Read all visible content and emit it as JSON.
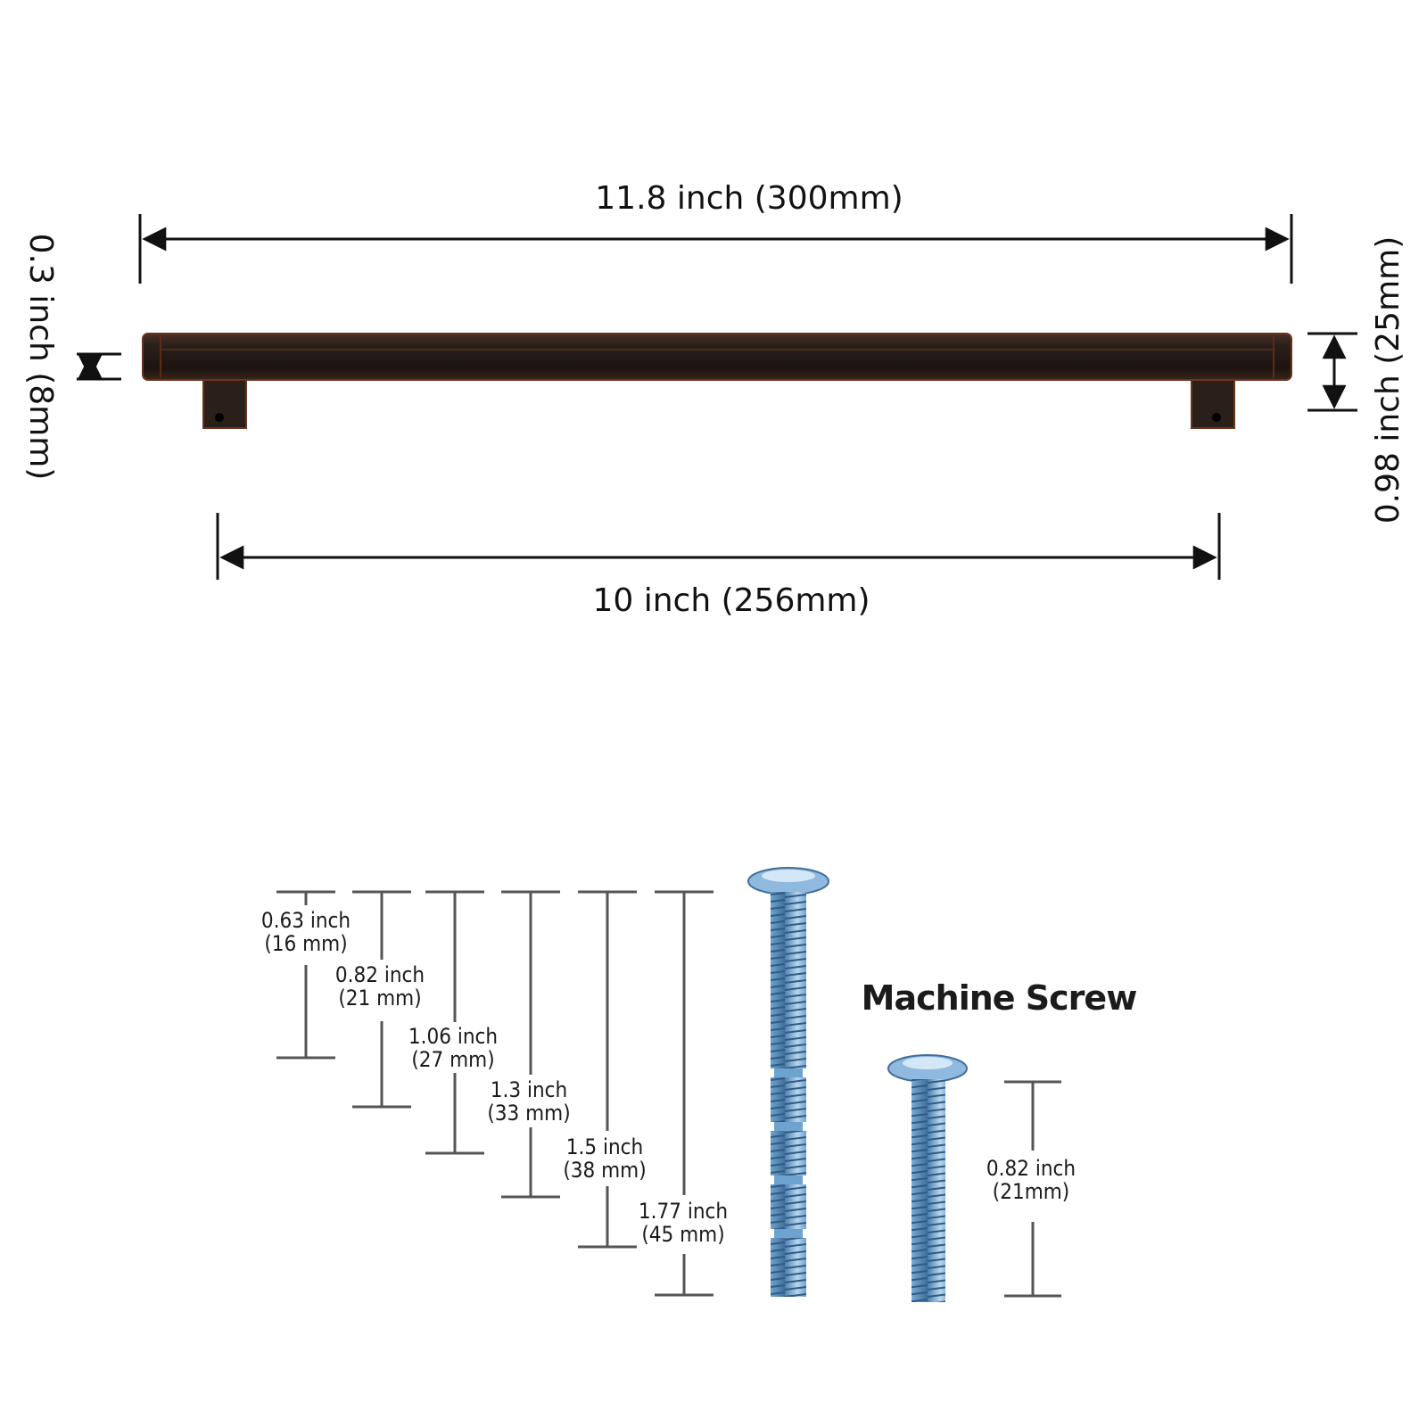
{
  "handle": {
    "overall_length": "11.8 inch (300mm)",
    "hole_spacing": "10 inch (256mm)",
    "bar_thickness": "0.3 inch (8mm)",
    "projection": "0.98 inch (25mm)"
  },
  "screws": {
    "title": "Machine Screw",
    "lengths": [
      {
        "inch": "0.63 inch",
        "mm": "(16 mm)"
      },
      {
        "inch": "0.82 inch",
        "mm": "(21 mm)"
      },
      {
        "inch": "1.06 inch",
        "mm": "(27 mm)"
      },
      {
        "inch": "1.3 inch",
        "mm": "(33 mm)"
      },
      {
        "inch": "1.5 inch",
        "mm": "(38 mm)"
      },
      {
        "inch": "1.77 inch",
        "mm": "(45 mm)"
      }
    ],
    "short_screw": {
      "inch": "0.82 inch",
      "mm": "(21mm)"
    }
  },
  "colors": {
    "handle_metal": "#2b1f1a",
    "handle_highlight": "#7a3d1f",
    "screw_metal": "#6fa3cf",
    "dimension_line": "#111111",
    "gauge_line": "#555555"
  }
}
